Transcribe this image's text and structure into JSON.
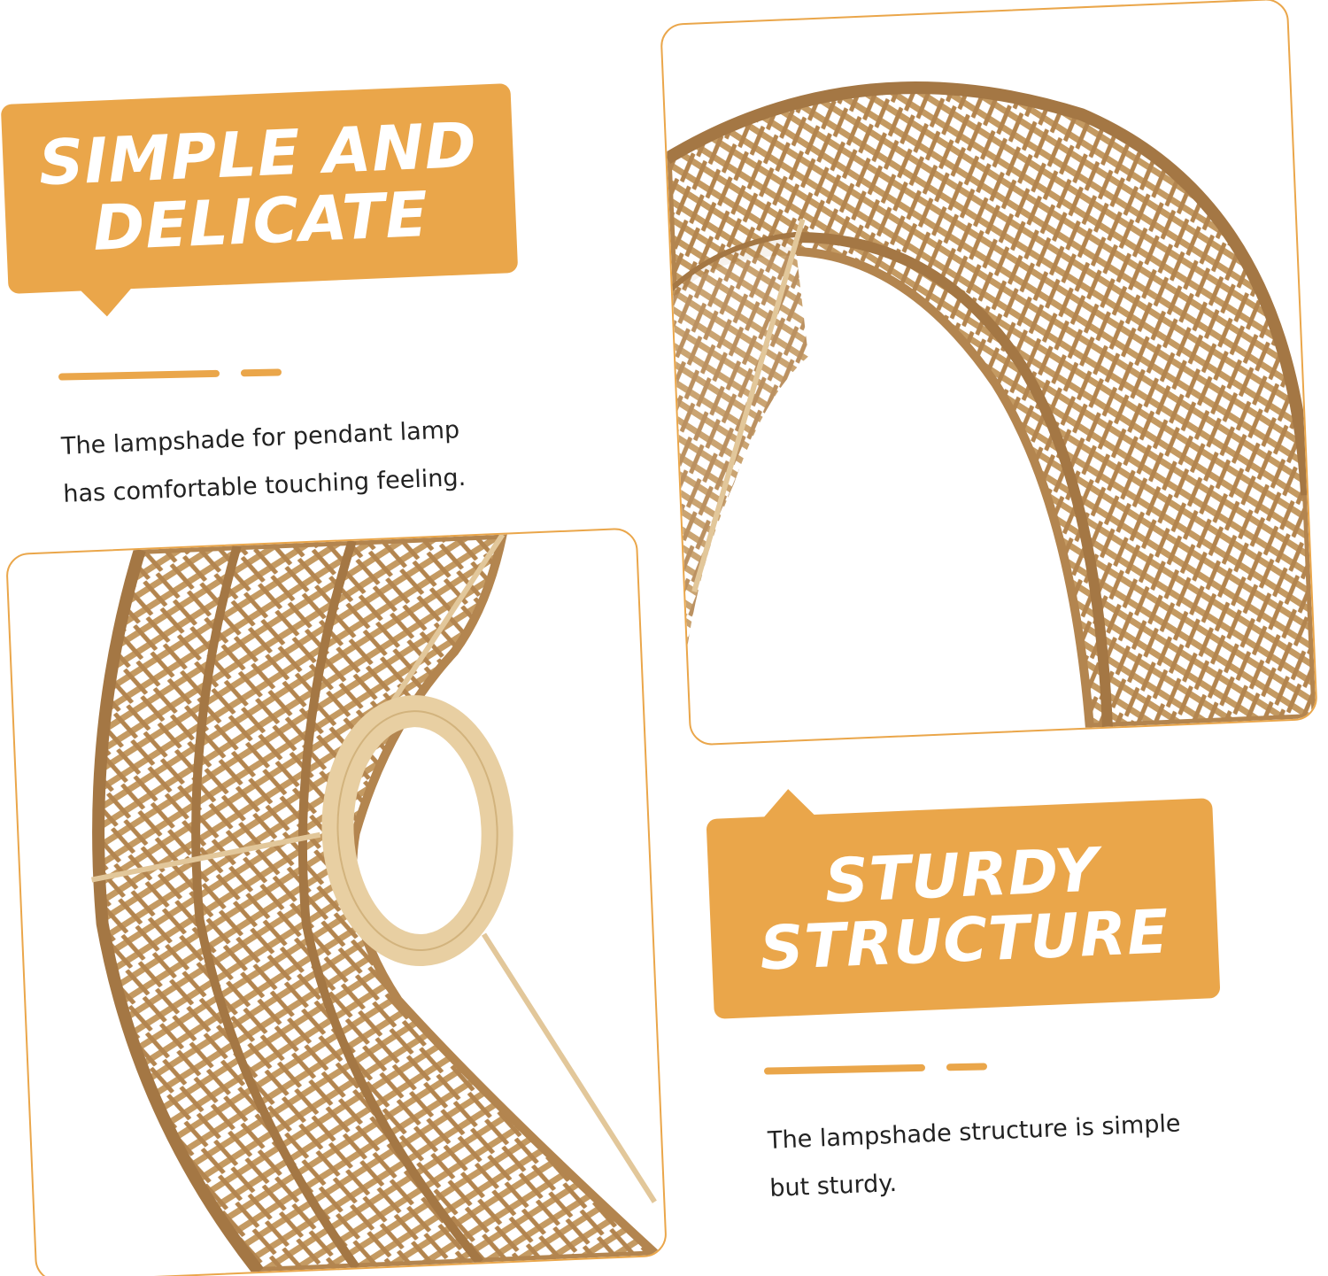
{
  "feature_1": {
    "title_line_1": "SIMPLE AND",
    "title_line_2": "DELICATE",
    "description_line_1": "The lampshade for pendant lamp",
    "description_line_2": "has comfortable touching feeling."
  },
  "feature_2": {
    "title_line_1": "STURDY",
    "title_line_2": "STRUCTURE",
    "description_line_1": "The lampshade structure is simple",
    "description_line_2": "but sturdy."
  },
  "colors": {
    "accent": "#eaa64a",
    "rattan": "#c49a62",
    "rattan_dark": "#a47744",
    "metal_ring": "#e8cfa2",
    "text": "#222222",
    "background": "#ffffff"
  },
  "images": [
    "woven-rattan-lampshade-rim-closeup",
    "woven-rattan-lampshade-underside-with-metal-ring"
  ]
}
